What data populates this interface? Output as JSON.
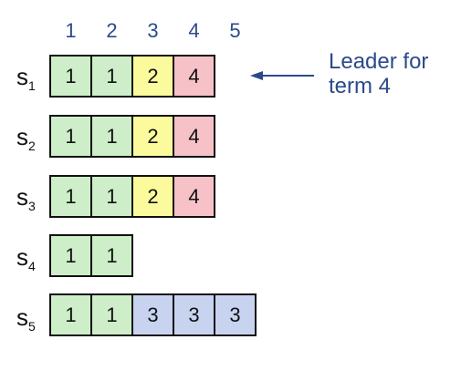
{
  "column_indices": [
    "1",
    "2",
    "3",
    "4",
    "5"
  ],
  "colors": {
    "term_1": "#cdeec8",
    "term_2": "#fbfa9d",
    "term_3": "#c8d3f0",
    "term_4": "#f7c1c8",
    "accent": "#2b4a8c"
  },
  "servers": [
    {
      "name": "s",
      "sub": "1",
      "entries": [
        "1",
        "1",
        "2",
        "4"
      ]
    },
    {
      "name": "s",
      "sub": "2",
      "entries": [
        "1",
        "1",
        "2",
        "4"
      ]
    },
    {
      "name": "s",
      "sub": "3",
      "entries": [
        "1",
        "1",
        "2",
        "4"
      ]
    },
    {
      "name": "s",
      "sub": "4",
      "entries": [
        "1",
        "1"
      ]
    },
    {
      "name": "s",
      "sub": "5",
      "entries": [
        "1",
        "1",
        "3",
        "3",
        "3"
      ]
    }
  ],
  "annotation": {
    "line1": "Leader for",
    "line2": "term 4"
  }
}
